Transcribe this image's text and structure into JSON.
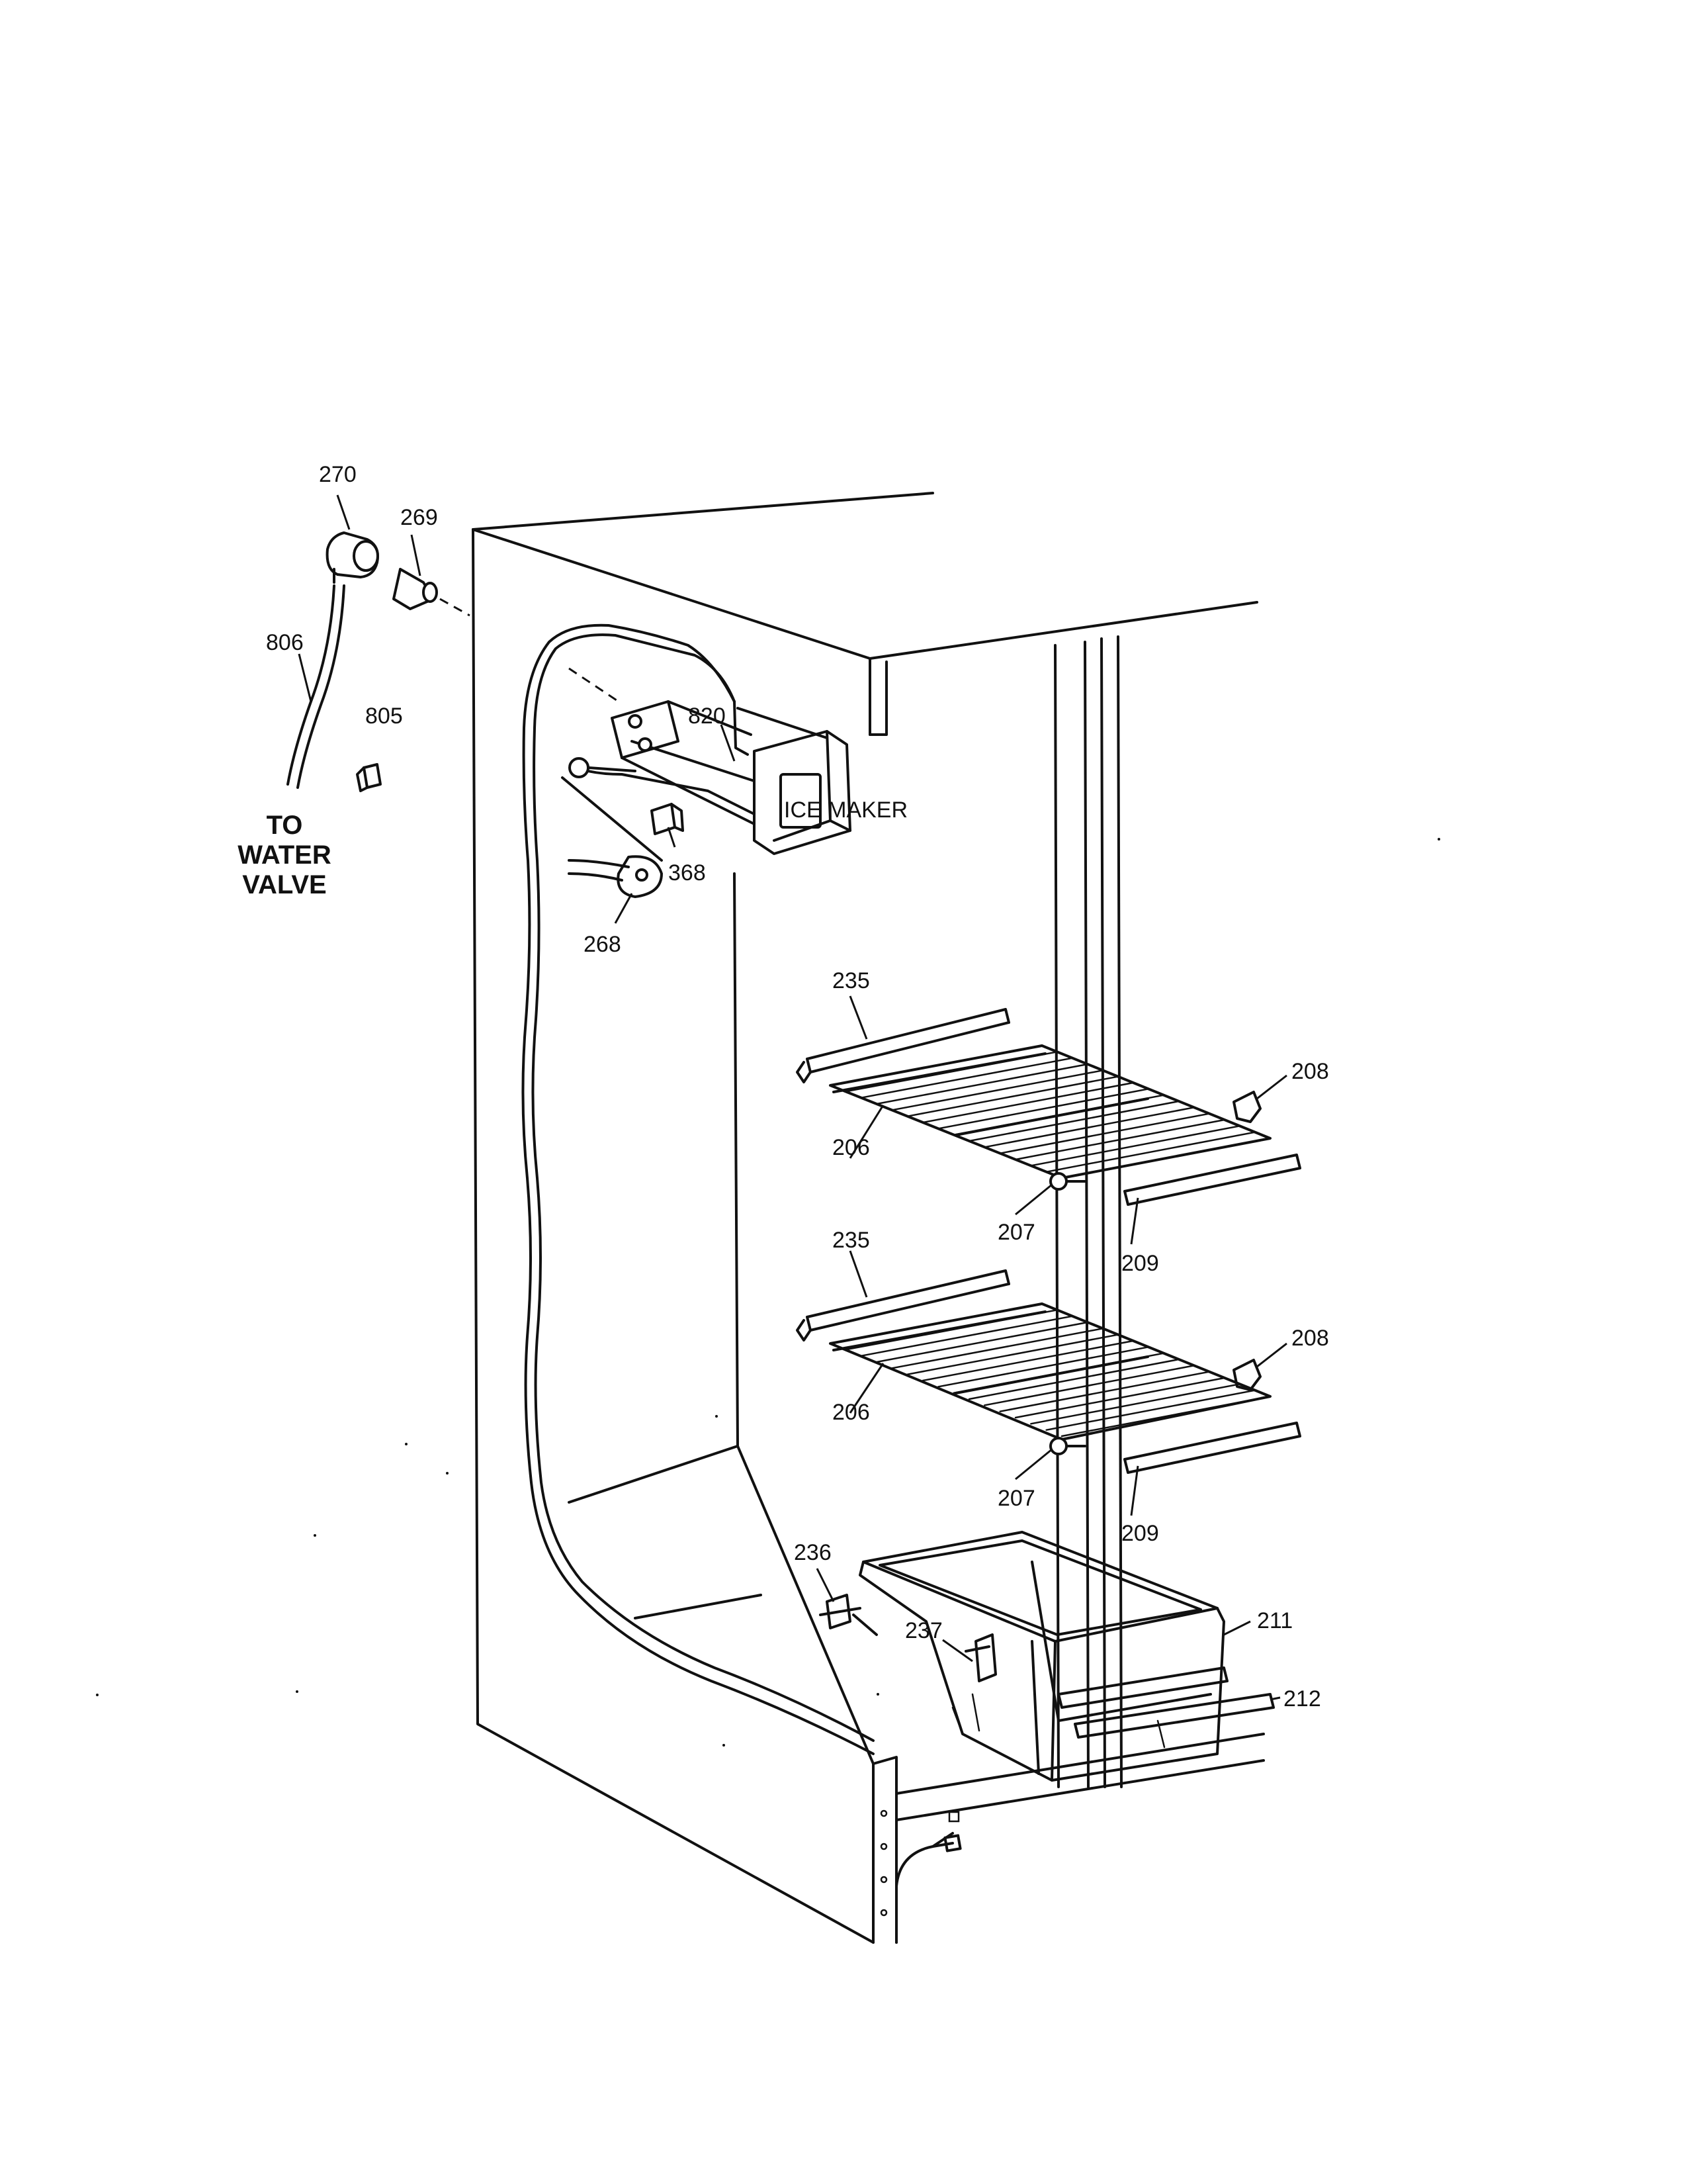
{
  "callouts": {
    "c270": "270",
    "c269": "269",
    "c806": "806",
    "c805": "805",
    "c820": "820",
    "c368": "368",
    "c268": "268",
    "c235a": "235",
    "c206a": "206",
    "c208a": "208",
    "c207a": "207",
    "c209a": "209",
    "c235b": "235",
    "c206b": "206",
    "c208b": "208",
    "c207b": "207",
    "c209b": "209",
    "c236": "236",
    "c237": "237",
    "c211": "211",
    "c212": "212"
  },
  "notes": {
    "water_valve_line1": "TO",
    "water_valve_line2": "WATER",
    "water_valve_line3": "VALVE",
    "icemaker_panel": "ICE MAKER"
  }
}
